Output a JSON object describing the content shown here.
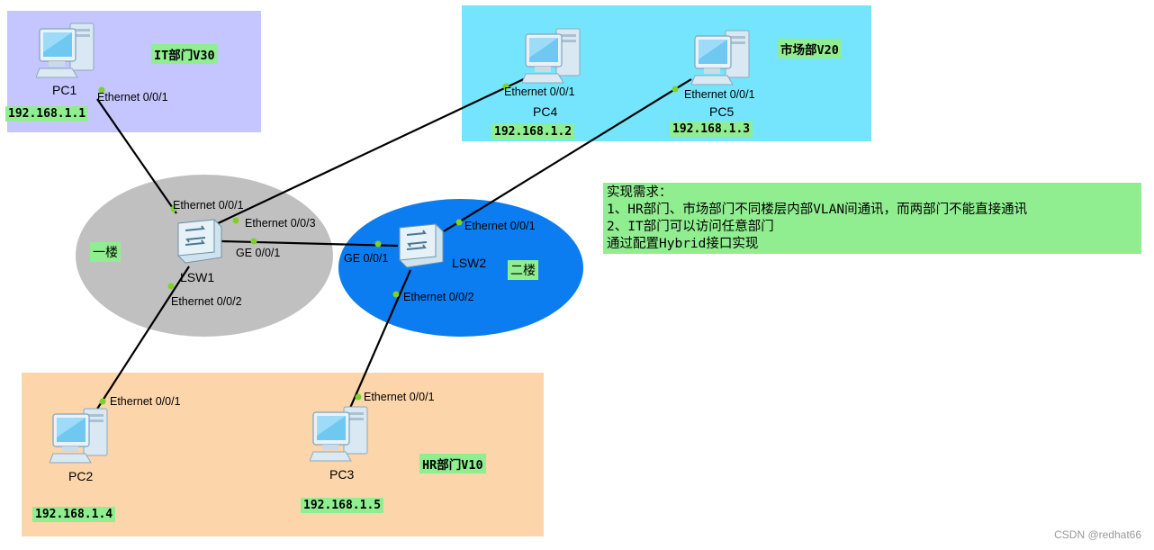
{
  "devices": {
    "pc1": {
      "name": "PC1",
      "port": "Ethernet 0/0/1",
      "ip": "192.168.1.1"
    },
    "pc2": {
      "name": "PC2",
      "port": "Ethernet 0/0/1",
      "ip": "192.168.1.4"
    },
    "pc3": {
      "name": "PC3",
      "port": "Ethernet 0/0/1",
      "ip": "192.168.1.5"
    },
    "pc4": {
      "name": "PC4",
      "port": "Ethernet 0/0/1",
      "ip": "192.168.1.2"
    },
    "pc5": {
      "name": "PC5",
      "port": "Ethernet 0/0/1",
      "ip": "192.168.1.3"
    },
    "lsw1": {
      "name": "LSW1",
      "ports": {
        "to_pc1": "Ethernet 0/0/1",
        "to_pc4": "Ethernet 0/0/3",
        "to_lsw2": "GE 0/0/1",
        "to_pc2": "Ethernet 0/0/2"
      }
    },
    "lsw2": {
      "name": "LSW2",
      "ports": {
        "to_pc5": "Ethernet 0/0/1",
        "to_lsw1": "GE 0/0/1",
        "to_pc3": "Ethernet 0/0/2"
      }
    }
  },
  "zones": {
    "it": {
      "label": "IT部门V30",
      "color": "#c5c5ff"
    },
    "market": {
      "label": "市场部V20",
      "color": "#75e5fd"
    },
    "hr": {
      "label": "HR部门V10",
      "color": "#fdd5aa"
    }
  },
  "floors": {
    "floor1": {
      "label": "一楼",
      "color": "#c0c0c0"
    },
    "floor2": {
      "label": "二楼",
      "color": "#0c7df0"
    }
  },
  "requirements": {
    "title": "实现需求：",
    "lines": [
      "1、HR部门、市场部门不同楼层内部VLAN间通讯，而两部门不能直接通讯",
      "2、IT部门可以访问任意部门",
      "通过配置Hybrid接口实现"
    ]
  },
  "footer": "CSDN @redhat66",
  "colors": {
    "label_bg": "#90ee90",
    "link": "#000000",
    "port_dot": "#7cd12a"
  },
  "icons": {
    "pc": "pc-icon",
    "switch": "switch-icon"
  }
}
